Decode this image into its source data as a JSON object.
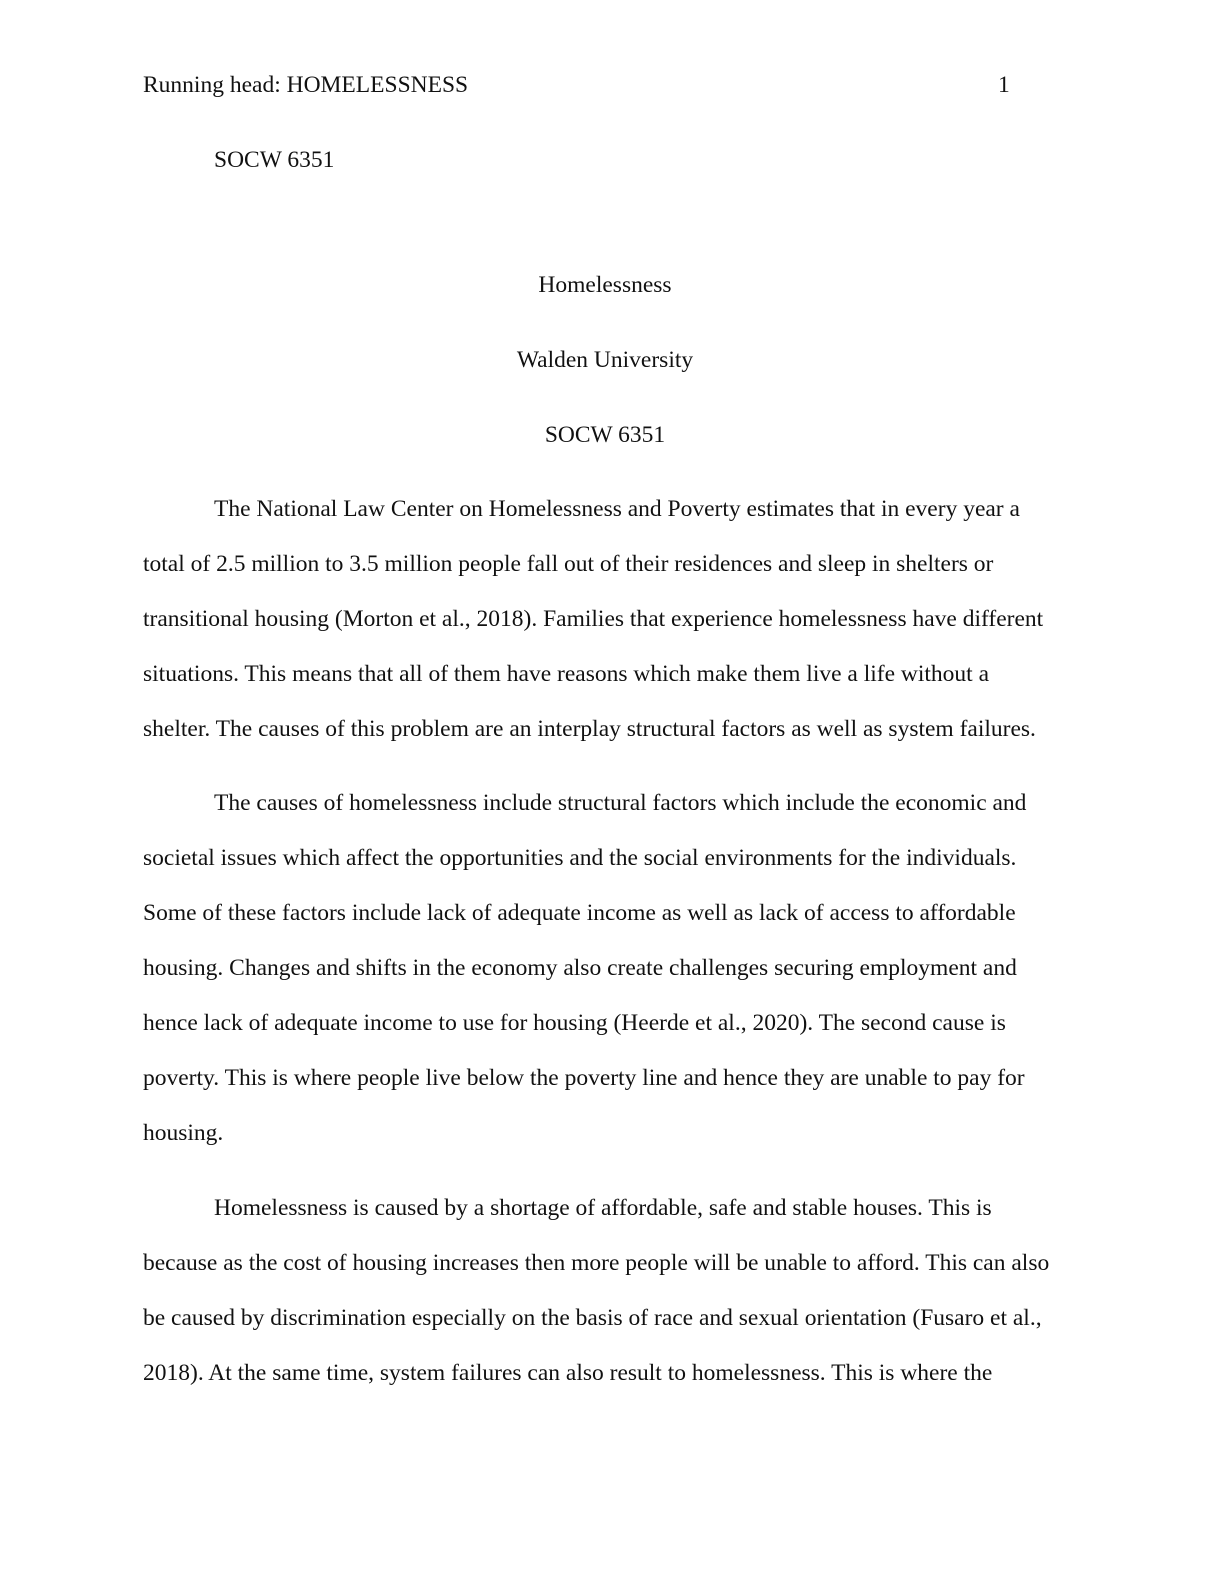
{
  "header": {
    "running_head": "Running head: HOMELESSNESS",
    "page_number": "1"
  },
  "course_line": "SOCW 6351",
  "title_block": {
    "title": "Homelessness",
    "institution": "Walden University",
    "course": "SOCW 6351"
  },
  "paragraphs": [
    {
      "lines": [
        "The National Law Center on Homelessness and Poverty estimates that in every year a",
        "total of 2.5 million to 3.5 million people fall out of their residences and sleep in shelters or",
        "transitional housing (Morton et al., 2018). Families that experience homelessness have different",
        "situations. This means that all of them have reasons which make them live a life without a",
        "shelter. The causes of this problem are an interplay structural factors as well as system failures."
      ]
    },
    {
      "lines": [
        "The causes of homelessness include structural factors which include the economic and",
        "societal issues which affect the opportunities and the social environments for the individuals.",
        "Some of these factors include lack of adequate income as well as lack of access to affordable",
        "housing. Changes and shifts in the economy also create challenges securing employment and",
        "hence lack of adequate income to use for housing (Heerde et al., 2020). The second cause is",
        "poverty. This is where people live below the poverty line and hence they are unable to pay for",
        "housing."
      ]
    },
    {
      "lines": [
        "Homelessness is caused by a shortage of affordable, safe and stable houses. This is",
        "because as the cost of housing increases then more people will be unable to afford. This can also",
        "be caused by discrimination especially on the basis of race and sexual orientation (Fusaro et al.,",
        "2018). At the same time, system failures can also result to homelessness. This is where the"
      ]
    }
  ]
}
